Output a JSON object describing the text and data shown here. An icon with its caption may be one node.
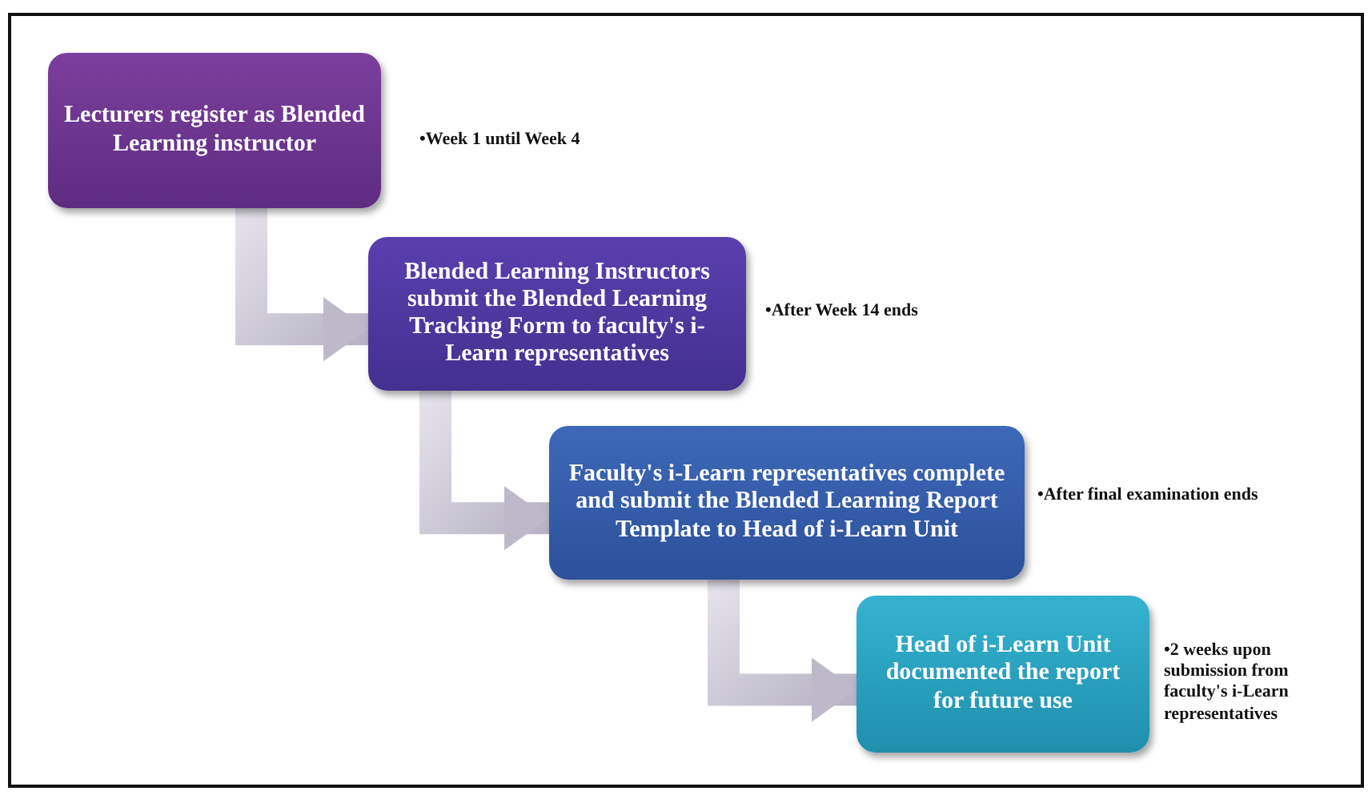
{
  "diagram": {
    "nodes": [
      {
        "text": [
          "Lecturers register as Blended Learning instructor"
        ],
        "beside": [
          "•Week 1 until Week 4"
        ]
      },
      {
        "text": [
          "Blended Learning Instructors submit the Blended Learning Tracking Form to faculty's i-Learn representatives"
        ],
        "beside": [
          "•After Week 14 ends"
        ]
      },
      {
        "text": [
          "Faculty's i-Learn representatives complete and submit the Blended Learning Report Template to Head of i-Learn Unit"
        ],
        "beside": [
          "•After final examination ends"
        ]
      },
      {
        "text": [
          "Head of i-Learn Unit documented the report for future use"
        ],
        "beside": [
          "•2 weeks upon submission from faculty's i-Learn representatives"
        ]
      }
    ],
    "edges": [
      {
        "from": 0,
        "to": 1,
        "arrow": "to",
        "style": "thick"
      },
      {
        "from": 1,
        "to": 2,
        "arrow": "to",
        "style": "thick"
      },
      {
        "from": 2,
        "to": 3,
        "arrow": "to",
        "style": "thick"
      }
    ]
  }
}
